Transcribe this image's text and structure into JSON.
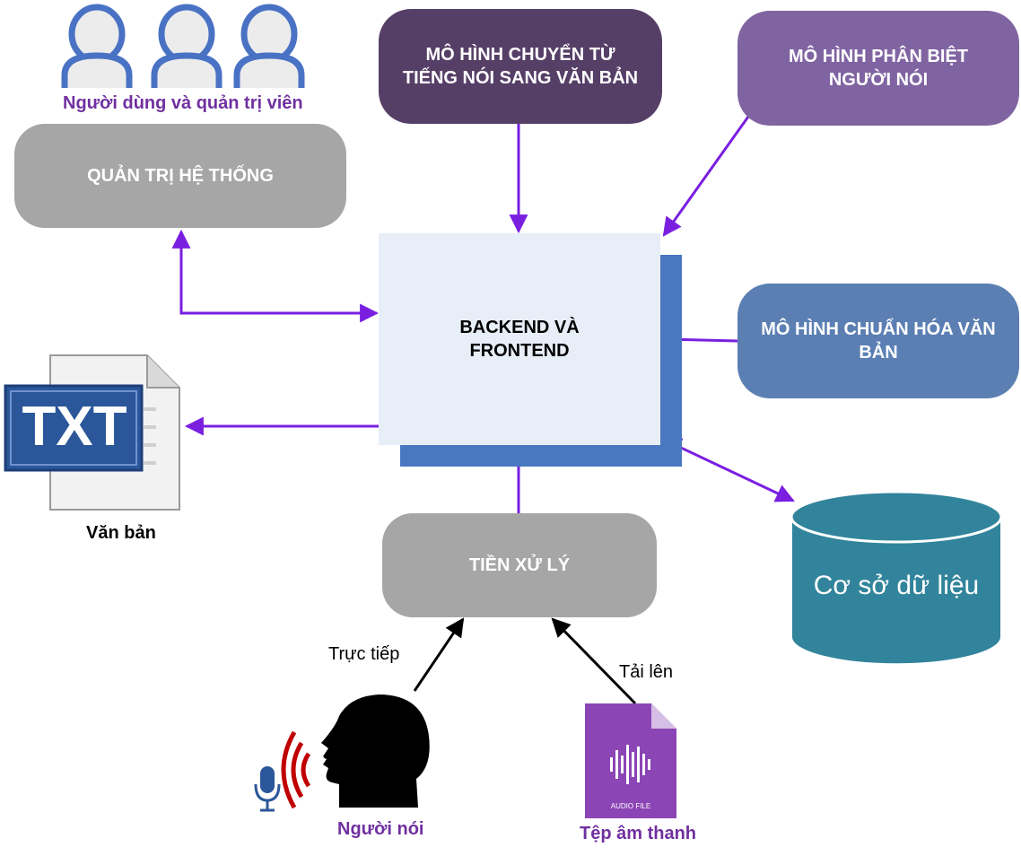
{
  "users_label": "Người dùng và quản trị viên",
  "boxes": {
    "admin": "QUẢN TRỊ HỆ THỐNG",
    "stt": "MÔ HÌNH CHUYỂN TỪ TIẾNG NÓI SANG VĂN BẢN",
    "diarization": "MÔ HÌNH PHÂN BIỆT NGƯỜI NÓI",
    "normalization": "MÔ HÌNH CHUẨN HÓA VĂN BẢN",
    "core": "BACKEND VÀ FRONTEND",
    "preprocess": "TIỀN XỬ LÝ"
  },
  "database": "Cơ sở dữ liệu",
  "text_file": {
    "icon_text": "TXT",
    "label": "Văn bản"
  },
  "inputs": {
    "direct": "Trực tiếp",
    "upload": "Tải lên",
    "speaker": "Người nói",
    "audio_file": "Tệp âm thanh",
    "audio_icon_text": "AUDIO FILE"
  },
  "colors": {
    "arrow_purple": "#7a1fe0",
    "label_purple": "#7030a0",
    "gray_box": "#a6a6a6",
    "dark_purple": "#563f67",
    "purple": "#8064a2",
    "blue": "#5b7fb3",
    "teal": "#31849b",
    "txt_blue": "#2b579a"
  },
  "icons": [
    "user-icon",
    "text-file-icon",
    "database-icon",
    "speaker-head-icon",
    "microphone-icon",
    "audio-file-icon"
  ]
}
